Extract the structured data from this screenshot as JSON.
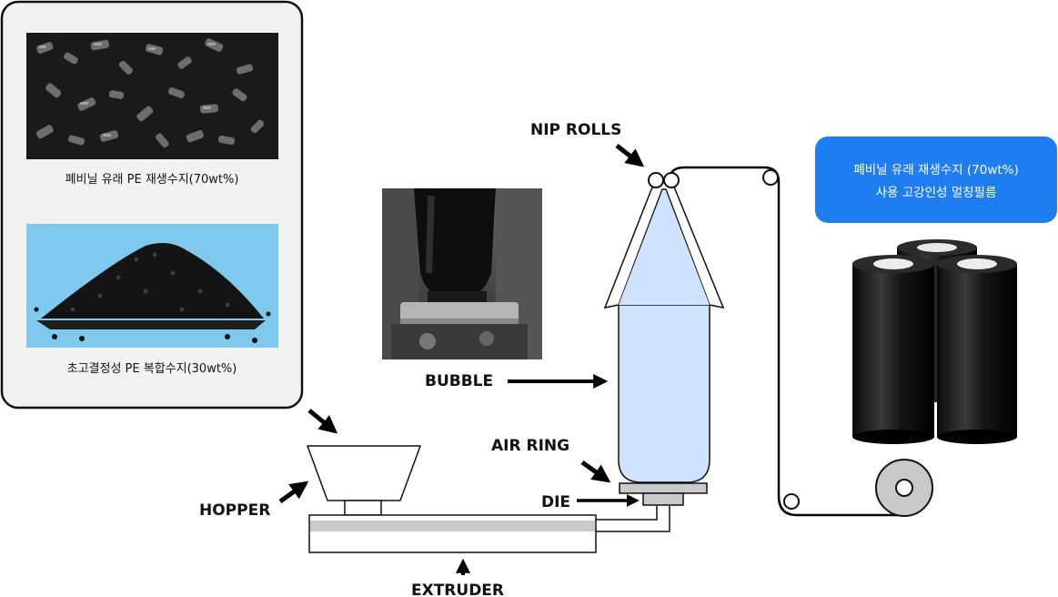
{
  "materials": {
    "item1_caption": "폐비닐 유래 PE 재생수지(70wt%)",
    "item2_caption": "초고결정성 PE 복합수지(30wt%)"
  },
  "labels": {
    "nip_rolls": "NIP ROLLS",
    "bubble": "BUBBLE",
    "air_ring": "AIR RING",
    "die": "DIE",
    "hopper": "HOPPER",
    "extruder": "EXTRUDER"
  },
  "product": {
    "line1": "폐비닐 유래 재생수지 (70wt%)",
    "line2": "사용 고강인성 멀칭필름"
  },
  "colors": {
    "bubble_fill": "#cfe2ff",
    "banner_blue": "#1f7df2",
    "panel_bg": "#f2f2f2"
  }
}
